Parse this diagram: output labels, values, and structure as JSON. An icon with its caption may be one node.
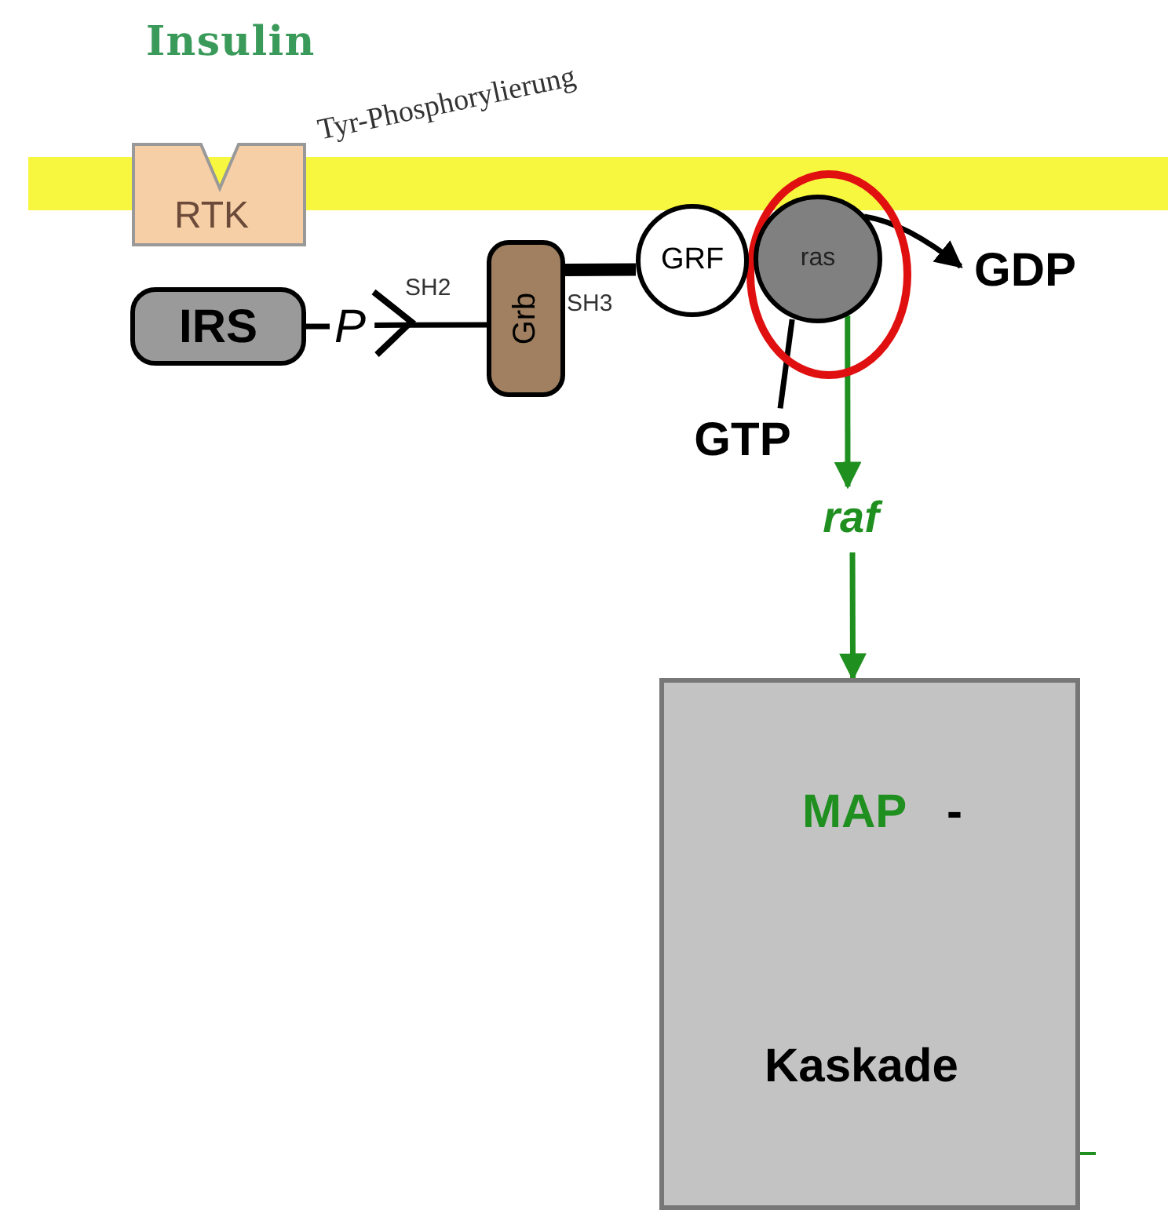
{
  "diagram": {
    "nodes": [
      {
        "text": [],
        "shape": "bar"
      },
      {
        "text": [
          "RTK"
        ]
      },
      {
        "text": [
          "IRS"
        ]
      },
      {
        "text": [
          "P"
        ]
      },
      {
        "text": [
          "Grb"
        ]
      },
      {
        "text": [
          "GRF"
        ]
      },
      {
        "text": [
          "ras"
        ]
      },
      {
        "text": [
          "GDP"
        ]
      },
      {
        "text": [
          "GTP"
        ]
      },
      {
        "text": [
          "raf"
        ]
      },
      {
        "text": [
          "MAP",
          "-",
          "Kaskade"
        ]
      }
    ],
    "edges": [
      {
        "from": 2,
        "to": 3,
        "arrow": "none"
      },
      {
        "from": 3,
        "to": 4,
        "arrow": "none",
        "label": "SH2"
      },
      {
        "from": 4,
        "to": 5,
        "arrow": "none",
        "label": "SH3",
        "style": "thick"
      },
      {
        "from": 6,
        "to": 7,
        "arrow": "to"
      },
      {
        "from": 8,
        "to": 6,
        "arrow": "none"
      },
      {
        "from": 6,
        "to": 9,
        "arrow": "to",
        "color": "#1f8f1f"
      },
      {
        "from": 9,
        "to": 10,
        "arrow": "to",
        "color": "#1f8f1f"
      }
    ],
    "labels": [
      "Insulin",
      "Tyr-Phosphorylierung"
    ]
  }
}
